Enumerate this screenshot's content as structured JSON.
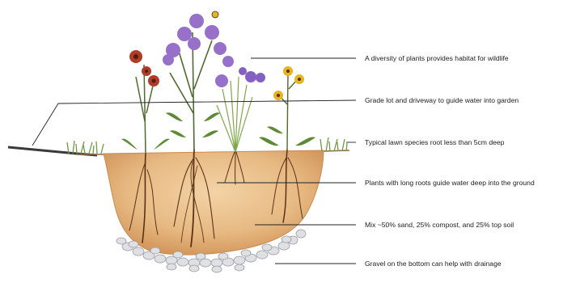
{
  "diagram": {
    "labels": [
      {
        "id": "diversity",
        "text": "A diversity of plants provides habitat for wildlife"
      },
      {
        "id": "grade",
        "text": "Grade lot and driveway to guide water into garden"
      },
      {
        "id": "lawn",
        "text": "Typical lawn species root less than 5cm deep"
      },
      {
        "id": "long-roots",
        "text": "Plants with long roots guide water deep into the ground"
      },
      {
        "id": "mix",
        "text": "Mix ~50% sand, 25% compost, and 25% top soil"
      },
      {
        "id": "gravel",
        "text": "Gravel on the bottom can help with drainage"
      }
    ],
    "colors": {
      "soil": "#e9c08e",
      "soil_dark": "#c98a4e",
      "roots": "#5a3217",
      "gravel": "#dfe0e4",
      "grass": "#6f9b3f",
      "purple_flower": "#9670c9",
      "red_flower": "#b23b26",
      "yellow_flower": "#e7b51f",
      "leader_line": "#222222"
    }
  }
}
